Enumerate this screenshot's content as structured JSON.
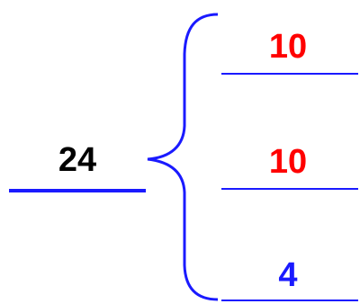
{
  "total": {
    "value": "24",
    "color": "#000000"
  },
  "parts": [
    {
      "value": "10",
      "color": "#ff0000"
    },
    {
      "value": "10",
      "color": "#ff0000"
    },
    {
      "value": "4",
      "color": "#1a1aff"
    }
  ],
  "colors": {
    "lines": "#1a1aff",
    "brace": "#1a1aff"
  }
}
